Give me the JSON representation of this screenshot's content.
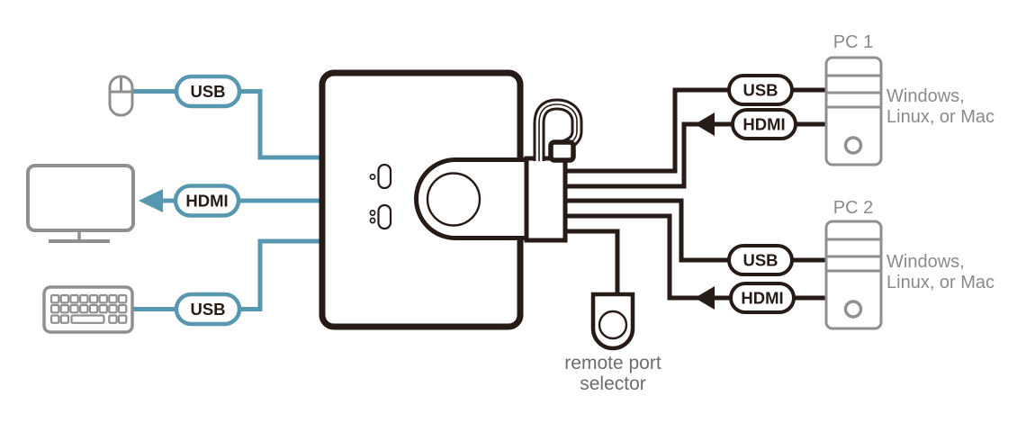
{
  "colors": {
    "background": "#FFFFFF",
    "cable_dark": "#261B16",
    "cable_teal": "#5897B0",
    "device_gray": "#8F8F8F",
    "label_gray": "#8A8A8A",
    "selector_text_gray": "#6D6D6D"
  },
  "console": {
    "mouse_usb": "USB",
    "monitor_hdmi": "HDMI",
    "keyboard_usb": "USB"
  },
  "selector": {
    "line1": "remote port",
    "line2": "selector"
  },
  "pc1": {
    "name": "PC 1",
    "usb": "USB",
    "hdmi": "HDMI",
    "os_line1": "Windows,",
    "os_line2": "Linux, or Mac"
  },
  "pc2": {
    "name": "PC 2",
    "usb": "USB",
    "hdmi": "HDMI",
    "os_line1": "Windows,",
    "os_line2": "Linux, or Mac"
  }
}
